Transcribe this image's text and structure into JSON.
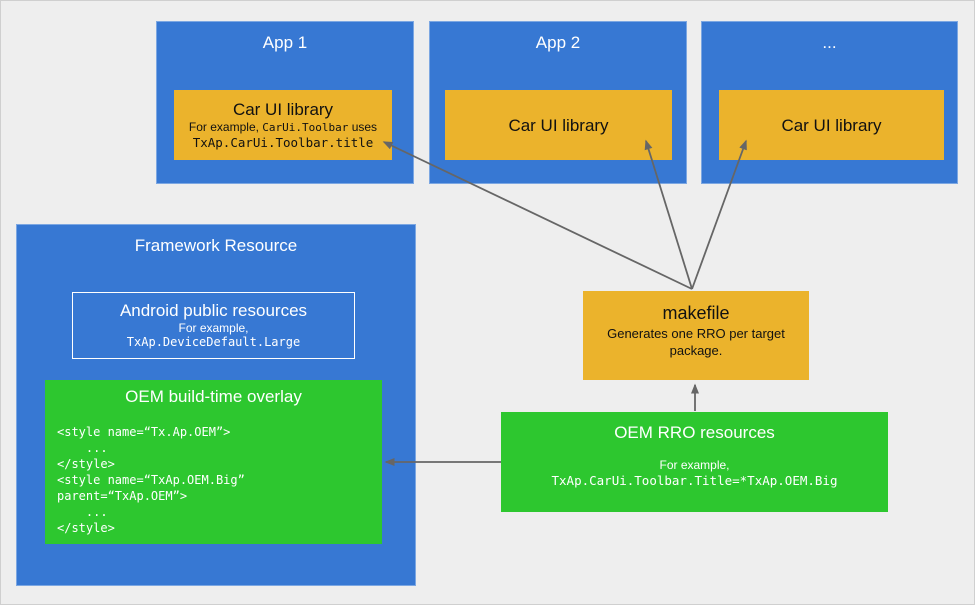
{
  "colors": {
    "bg": "#eeeeee",
    "blue": "#3778d3",
    "yellow": "#ebb32c",
    "green": "#2dc72f",
    "arrow": "#666666"
  },
  "apps": [
    {
      "title": "App 1",
      "lib_title": "Car UI library",
      "example_prefix": "For example, ",
      "example_code": "CarUi.Toolbar",
      "example_suffix": " uses",
      "example_code2": "TxAp.CarUi.Toolbar.title"
    },
    {
      "title": "App 2",
      "lib_title": "Car UI library"
    },
    {
      "title": "...",
      "lib_title": "Car UI library"
    }
  ],
  "framework": {
    "title": "Framework Resource",
    "public_res": {
      "title": "Android public resources",
      "example_label": "For example,",
      "example_code": "TxAp.DeviceDefault.Large"
    },
    "overlay": {
      "title": "OEM build-time overlay",
      "code": "<style name=“Tx.Ap.OEM”>\n    ...\n</style>\n<style name=“TxAp.OEM.Big”\nparent=“TxAp.OEM”>\n    ...\n</style>"
    }
  },
  "makefile": {
    "title": "makefile",
    "desc": "Generates one RRO per target package."
  },
  "rro": {
    "title": "OEM RRO resources",
    "example_label": "For example,",
    "example_code": "TxAp.CarUi.Toolbar.Title=*TxAp.OEM.Big"
  }
}
